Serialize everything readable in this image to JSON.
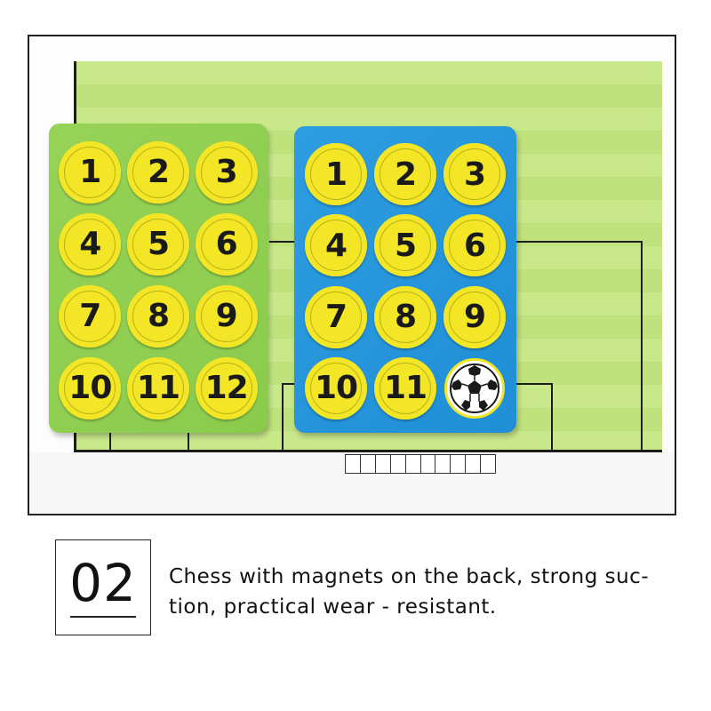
{
  "green_card": {
    "chips": [
      "1",
      "2",
      "3",
      "4",
      "5",
      "6",
      "7",
      "8",
      "9",
      "10",
      "11",
      "12"
    ]
  },
  "blue_card": {
    "chips": [
      "1",
      "2",
      "3",
      "4",
      "5",
      "6",
      "7",
      "8",
      "9",
      "10",
      "11"
    ],
    "last_chip_icon": "soccer-ball-icon"
  },
  "caption": {
    "number": "02",
    "line1": "Chess with magnets on the back, strong suc-",
    "line2": "tion, practical wear - resistant."
  },
  "colors": {
    "pitch": "#c8e88a",
    "green_card": "#8acb4c",
    "blue_card": "#1f8fd6",
    "chip": "#f2e626"
  }
}
